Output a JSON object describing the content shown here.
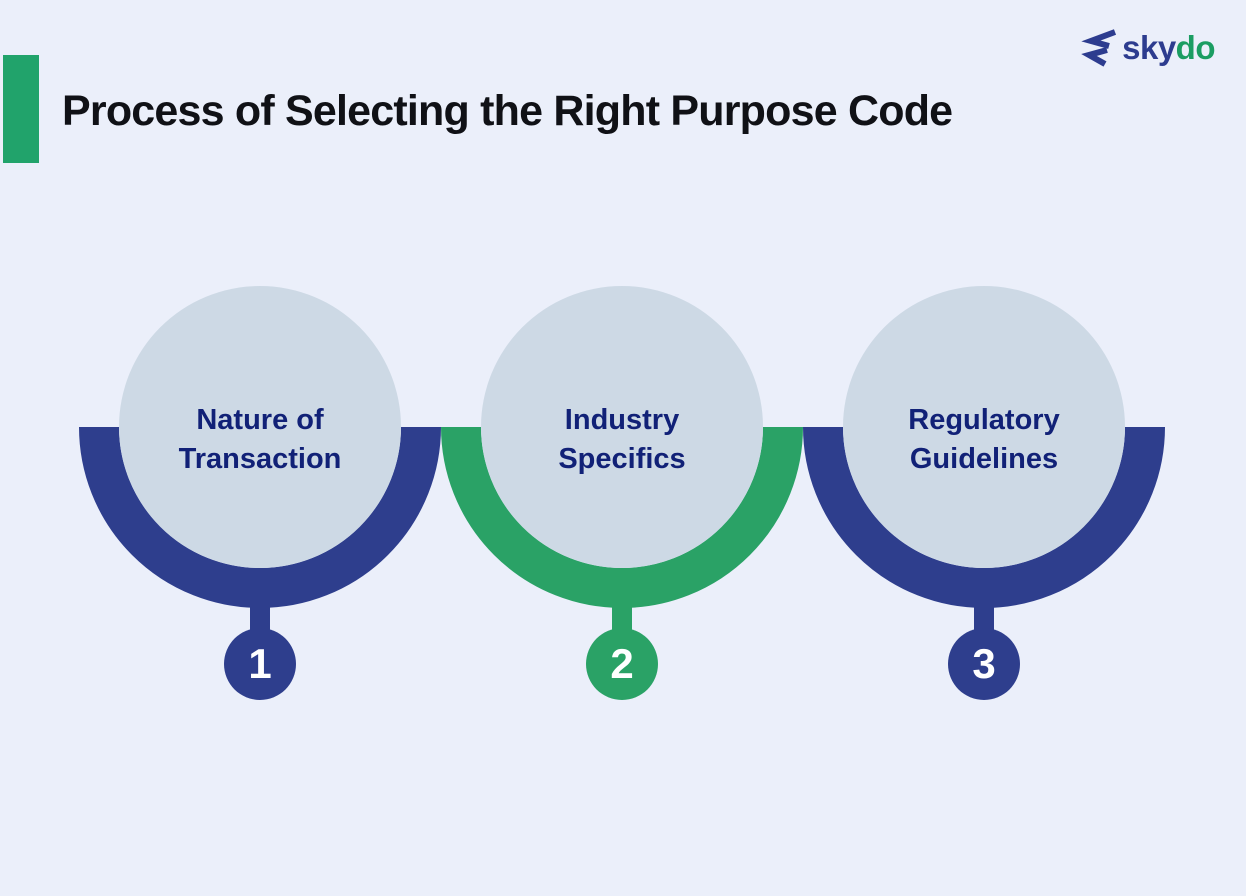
{
  "header": {
    "title": "Process of Selecting the Right Purpose Code",
    "accent_color": "#21a36b",
    "title_color": "#101116"
  },
  "logo": {
    "icon": "skydo-chevron-icon",
    "brand_first": "sky",
    "brand_second": "do",
    "first_color": "#2d3c8f",
    "second_color": "#1b9d62"
  },
  "steps": [
    {
      "number": "1",
      "label": "Nature of\nTransaction",
      "color": "#2e3e8d"
    },
    {
      "number": "2",
      "label": "Industry\nSpecifics",
      "color": "#2aa266"
    },
    {
      "number": "3",
      "label": "Regulatory\nGuidelines",
      "color": "#2e3e8d"
    }
  ],
  "colors": {
    "background": "#ebeffa",
    "bubble_fill": "#cdd9e5",
    "label_text": "#112177",
    "number_text": "#ffffff"
  }
}
